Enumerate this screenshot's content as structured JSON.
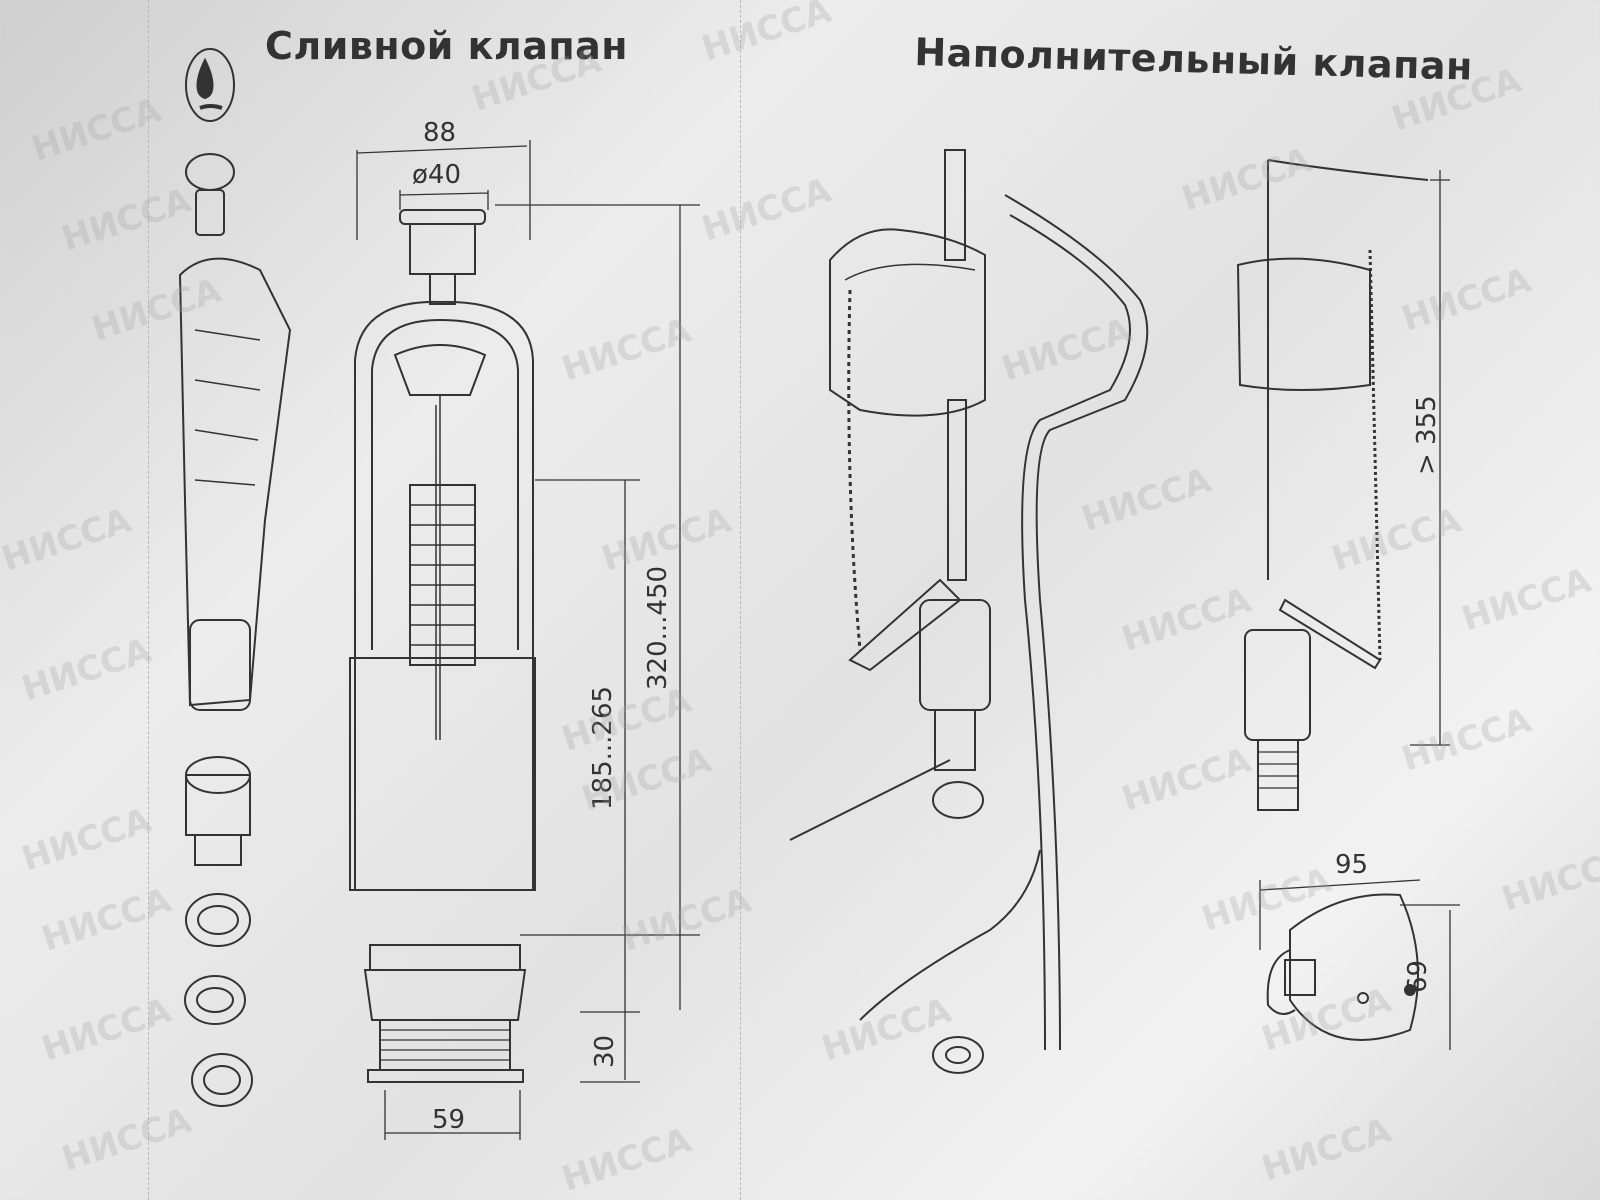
{
  "drain_valve": {
    "title": "Сливной клапан",
    "dims": {
      "width": "88",
      "button_diameter": "ø40",
      "height_range": "320...450",
      "overflow_range": "185...265",
      "thread_height": "30",
      "base_width": "59"
    }
  },
  "fill_valve": {
    "title": "Наполнительный клапан",
    "dims": {
      "min_height": "> 355",
      "float_width": "95",
      "float_depth": "69"
    }
  },
  "watermark": "НИССА"
}
